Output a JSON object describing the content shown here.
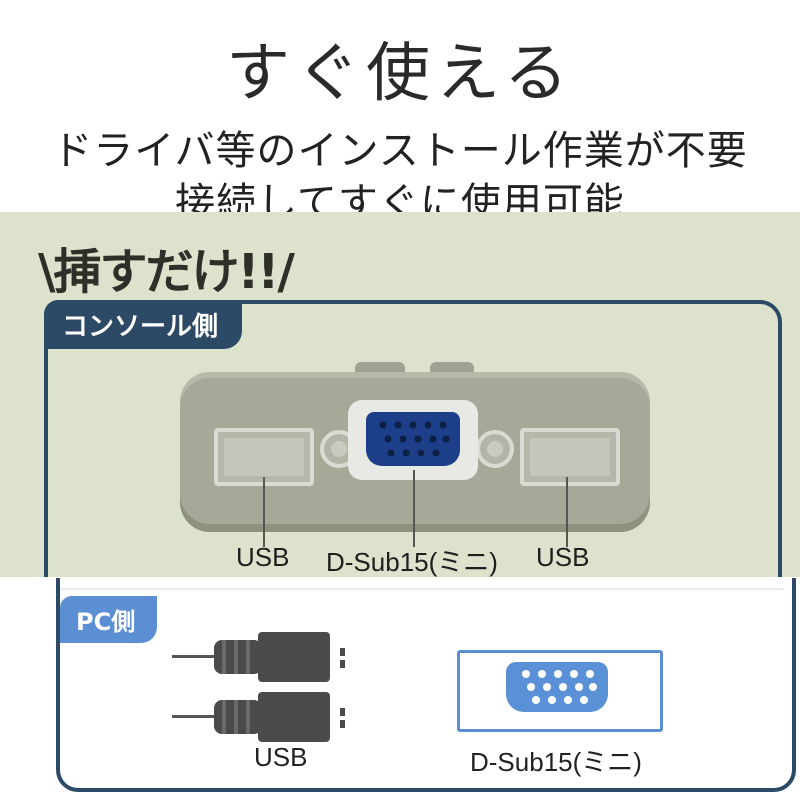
{
  "headline": "すぐ使える",
  "subline1": "ドライバ等のインストール作業が不要",
  "subline2": "接続してすぐに使用可能",
  "callout": "\\挿すだけ!!/",
  "console": {
    "tag": "コンソール側",
    "labels": {
      "usb_left": "USB",
      "dsub": "D-Sub15(ミニ)",
      "usb_right": "USB"
    }
  },
  "pc": {
    "tag": "PC側",
    "labels": {
      "usb": "USB",
      "dsub": "D-Sub15(ミニ)"
    }
  },
  "colors": {
    "photo_bg": "#dde2cd",
    "frame_navy": "#2c4a66",
    "pc_blue": "#5b8ed2",
    "vga_blue": "#1d3f8a"
  }
}
